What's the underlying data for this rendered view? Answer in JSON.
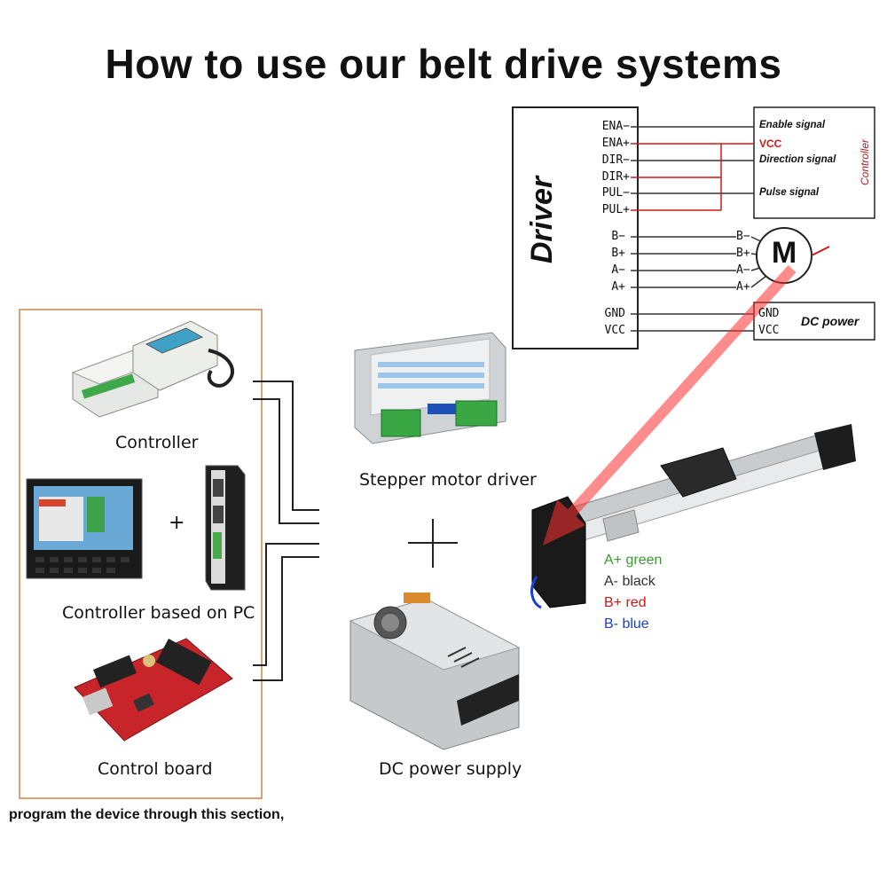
{
  "title": "How to use our belt drive systems",
  "left_panel": {
    "controller_label": "Controller",
    "pc_label": "Controller based on PC",
    "plus": "+",
    "board_label": "Control board",
    "footer": "program the device  through this section,"
  },
  "middle": {
    "driver_label": "Stepper motor driver",
    "plus": "+",
    "psu_label": "DC power supply"
  },
  "schematic": {
    "driver_title": "Driver",
    "driver_pins": [
      "ENA−",
      "ENA+",
      "DIR−",
      "DIR+",
      "PUL−",
      "PUL+",
      "B−",
      "B+",
      "A−",
      "A+",
      "GND",
      "VCC"
    ],
    "motor_pins": [
      "B−",
      "B+",
      "A−",
      "A+"
    ],
    "motor_symbol": "M",
    "controller_title": "Controller",
    "controller_signals": [
      "Enable signal",
      "VCC",
      "Direction signal",
      "Pulse signal"
    ],
    "power_pins": [
      "GND",
      "VCC"
    ],
    "power_label": "DC power"
  },
  "wire_colors": [
    {
      "label": "A+ green",
      "color": "#3a9a2e"
    },
    {
      "label": "A- black",
      "color": "#333333"
    },
    {
      "label": "B+ red",
      "color": "#d01818"
    },
    {
      "label": "B- blue",
      "color": "#1a3fd0"
    }
  ]
}
